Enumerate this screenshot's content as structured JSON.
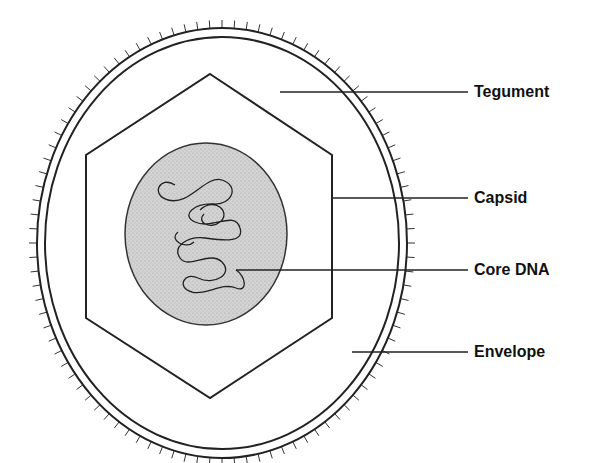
{
  "diagram": {
    "labels": [
      "Tegument",
      "Capsid",
      "Core DNA",
      "Envelope"
    ]
  }
}
